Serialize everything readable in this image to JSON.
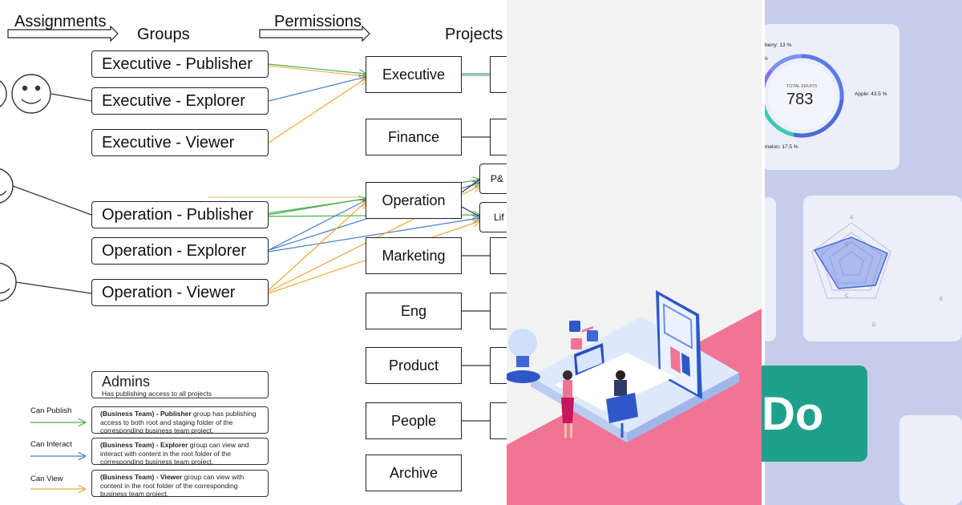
{
  "headers": {
    "assignments": "Assignments",
    "groups": "Groups",
    "permissions": "Permissions",
    "projects": "Projects"
  },
  "groups": [
    "Executive - Publisher",
    "Executive - Explorer",
    "Executive - Viewer",
    "Operation - Publisher",
    "Operation - Explorer",
    "Operation - Viewer"
  ],
  "projects": [
    "Executive",
    "Finance",
    "Operation",
    "Marketing",
    "Eng",
    "Product",
    "People",
    "Archive"
  ],
  "subprojects": [
    "P&",
    "Lif"
  ],
  "admins": {
    "title": "Admins",
    "desc": "Has publishing access to all projects"
  },
  "legend": {
    "publish": "Can Publish",
    "interact": "Can Interact",
    "view": "Can View",
    "publish_color": "#4caf50",
    "interact_color": "#4a7fd4",
    "view_color": "#f0a830"
  },
  "descriptions": [
    {
      "bold": "(Business Team) - Publisher",
      "rest": " group has publishing access to both root and staging folder of the corresponding business team project."
    },
    {
      "bold": "(Business Team) - Explorer",
      "rest": " group can view and interact with content in the root folder of the corresponding business team project."
    },
    {
      "bold": "(Business Team) - Viewer",
      "rest": " group can view with content in the root folder of the corresponding business team project."
    }
  ],
  "donut": {
    "center_label": "TOTAL FRUITS",
    "center_value": "783",
    "labels": [
      "berry: 13 %",
      "%",
      "Apple: 43.5 %",
      "melon: 17.5 %"
    ]
  },
  "radar": {
    "axes": [
      "A",
      "B",
      "C",
      "D",
      "E"
    ]
  },
  "todo_fragment": "Do",
  "colors": {
    "pink": "#f07595",
    "teal": "#1fa08d",
    "lavender": "#c7cde9"
  }
}
